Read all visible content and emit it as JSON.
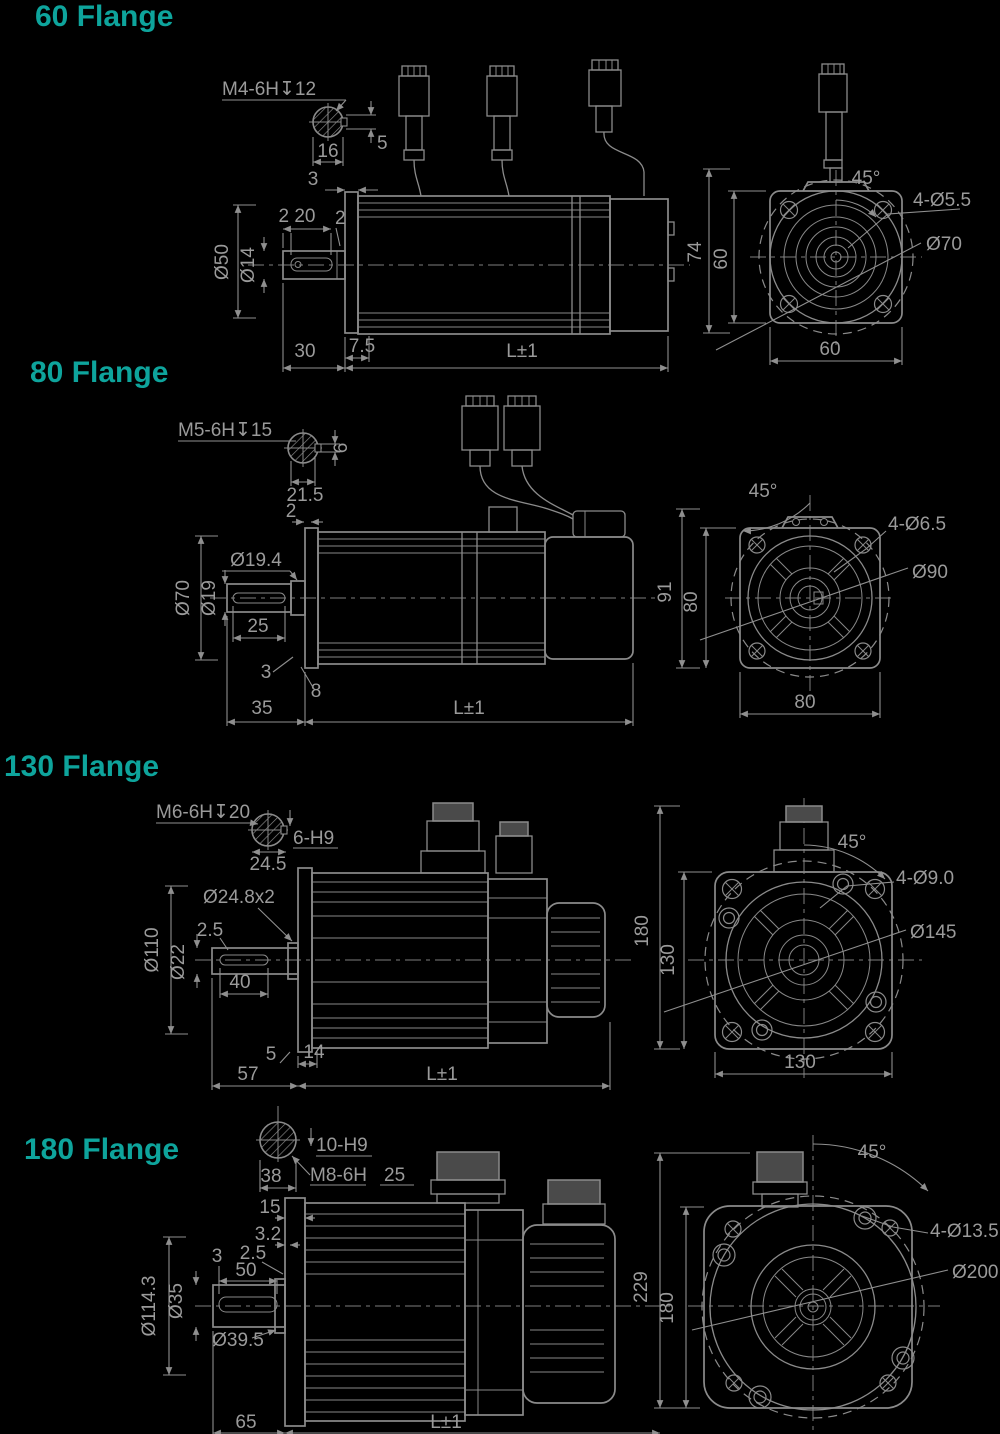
{
  "page": {
    "background": "#000000",
    "line_color": "#8b8b8b",
    "accent": "#0EA49C"
  },
  "sections": [
    {
      "title": "60 Flange",
      "labels": {
        "thread": "M4-6H↧12",
        "hub_width": "16",
        "key_offset": "5",
        "flange_gap": "3",
        "key_dims": "2 20",
        "key_end": "2",
        "pilot_dia": "Ø50",
        "shaft_dia": "Ø14",
        "shaft_len": "30",
        "flange_step": "7.5",
        "body_len": "L±1",
        "total_h": "74",
        "flange_h": "60",
        "flange_w": "60",
        "angle": "45°",
        "holes": "4-Ø5.5",
        "bolt_circle": "Ø70"
      }
    },
    {
      "title": "80 Flange",
      "labels": {
        "thread": "M5-6H↧15",
        "hub_width": "21.5",
        "key_offset": "6",
        "flange_lip": "2",
        "boss_dia": "Ø19.4",
        "pilot_dia": "Ø70",
        "shaft_dia": "Ø19",
        "key_len": "25",
        "chamfer": "3",
        "step": "8",
        "shaft_len": "35",
        "body_len": "L±1",
        "total_h": "91",
        "flange_h": "80",
        "flange_w": "80",
        "angle": "45°",
        "holes": "4-Ø6.5",
        "bolt_circle": "Ø90"
      }
    },
    {
      "title": "130 Flange",
      "labels": {
        "thread": "M6-6H↧20",
        "hub_width": "24.5",
        "key_spec": "6-H9",
        "boss_dia": "Ø24.8x2",
        "key_depth": "2.5",
        "pilot_dia": "Ø110",
        "shaft_dia": "Ø22",
        "key_len": "40",
        "flange_lip": "5",
        "step": "14",
        "shaft_len": "57",
        "body_len": "L±1",
        "total_h": "180",
        "flange_h": "130",
        "flange_w": "130",
        "angle": "45°",
        "holes": "4-Ø9.0",
        "bolt_circle": "Ø145"
      }
    },
    {
      "title": "180 Flange",
      "labels": {
        "key_spec": "10-H9",
        "thread": "M8-6H",
        "thread_depth": "25",
        "hub_width": "38",
        "d15": "15",
        "d3_2": "3.2",
        "d2_5": "2.5",
        "d3": "3",
        "key_len": "50",
        "pilot_dia": "Ø114.3",
        "shaft_dia": "Ø35",
        "boss_dia": "Ø39.5",
        "shaft_len": "65",
        "body_len": "L±1",
        "total_h": "229",
        "flange_h": "180",
        "angle": "45°",
        "holes": "4-Ø13.5",
        "bolt_circle": "Ø200"
      }
    }
  ]
}
